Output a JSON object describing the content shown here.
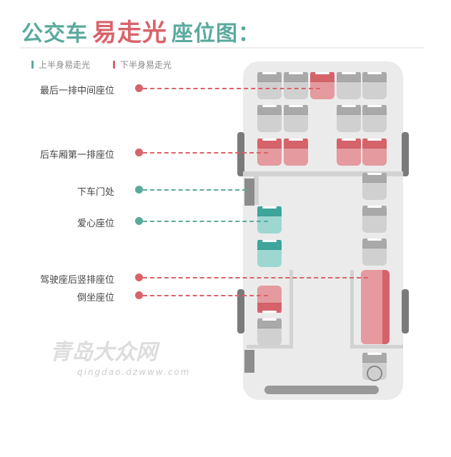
{
  "title": {
    "part1": "公交车",
    "part2": "易走光",
    "part3": "座位图："
  },
  "legend": [
    {
      "label": "上半身易走光",
      "color": "#5aaa9c"
    },
    {
      "label": "下半身易走光",
      "color": "#d9636a"
    }
  ],
  "labels": [
    {
      "text": "最后一排中间座位",
      "color": "#d9636a"
    },
    {
      "text": "后车厢第一排座位",
      "color": "#d9636a"
    },
    {
      "text": "下车门处",
      "color": "#5aaa9c"
    },
    {
      "text": "爱心座位",
      "color": "#5aaa9c"
    },
    {
      "text": "驾驶座后竖排座位",
      "color": "#d9636a"
    },
    {
      "text": "倒坐座位",
      "color": "#d9636a"
    }
  ],
  "watermark": {
    "name": "青岛大众网",
    "url": "qingdao.dzwww.com"
  }
}
